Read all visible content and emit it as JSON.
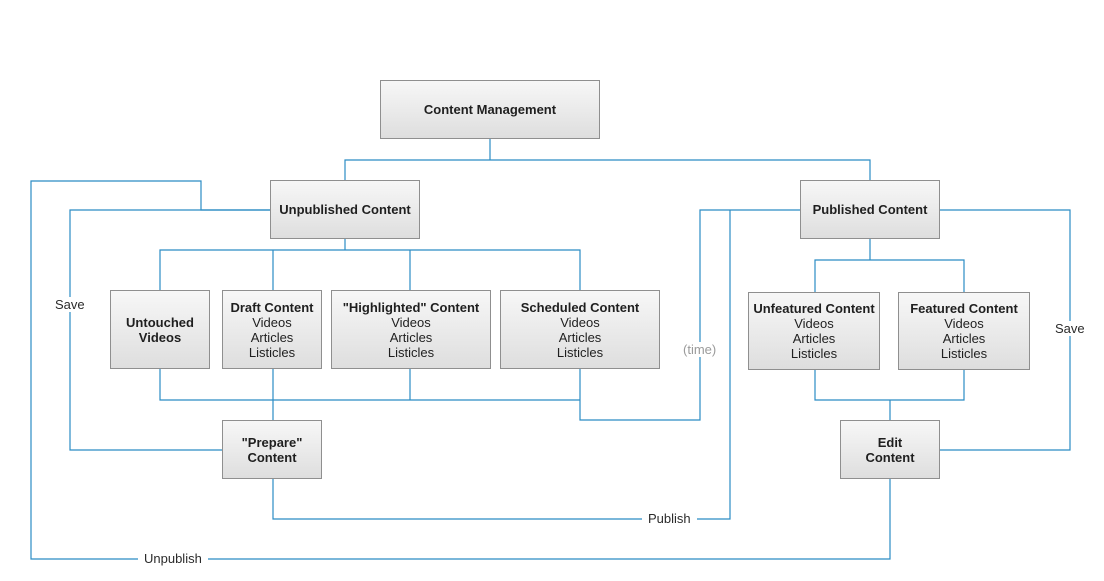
{
  "nodes": {
    "content_management": {
      "title": "Content Management"
    },
    "unpublished_content": {
      "title": "Unpublished Content"
    },
    "published_content": {
      "title": "Published Content"
    },
    "untouched_videos": {
      "title": "Untouched\nVideos"
    },
    "draft_content": {
      "title": "Draft Content",
      "items": [
        "Videos",
        "Articles",
        "Listicles"
      ]
    },
    "highlighted_content": {
      "title": "\"Highlighted\" Content",
      "items": [
        "Videos",
        "Articles",
        "Listicles"
      ]
    },
    "scheduled_content": {
      "title": "Scheduled Content",
      "items": [
        "Videos",
        "Articles",
        "Listicles"
      ]
    },
    "prepare_content": {
      "title": "\"Prepare\"\nContent"
    },
    "unfeatured_content": {
      "title": "Unfeatured Content",
      "items": [
        "Videos",
        "Articles",
        "Listicles"
      ]
    },
    "featured_content": {
      "title": "Featured Content",
      "items": [
        "Videos",
        "Articles",
        "Listicles"
      ]
    },
    "edit_content": {
      "title": "Edit\nContent"
    }
  },
  "edge_labels": {
    "save_left": "Save",
    "save_right": "Save",
    "time": "(time)",
    "publish": "Publish",
    "unpublish": "Unpublish"
  },
  "colors": {
    "connector": "#2b8cc4",
    "box_border": "#8f8f8f",
    "muted_label": "#9a9a9a"
  }
}
